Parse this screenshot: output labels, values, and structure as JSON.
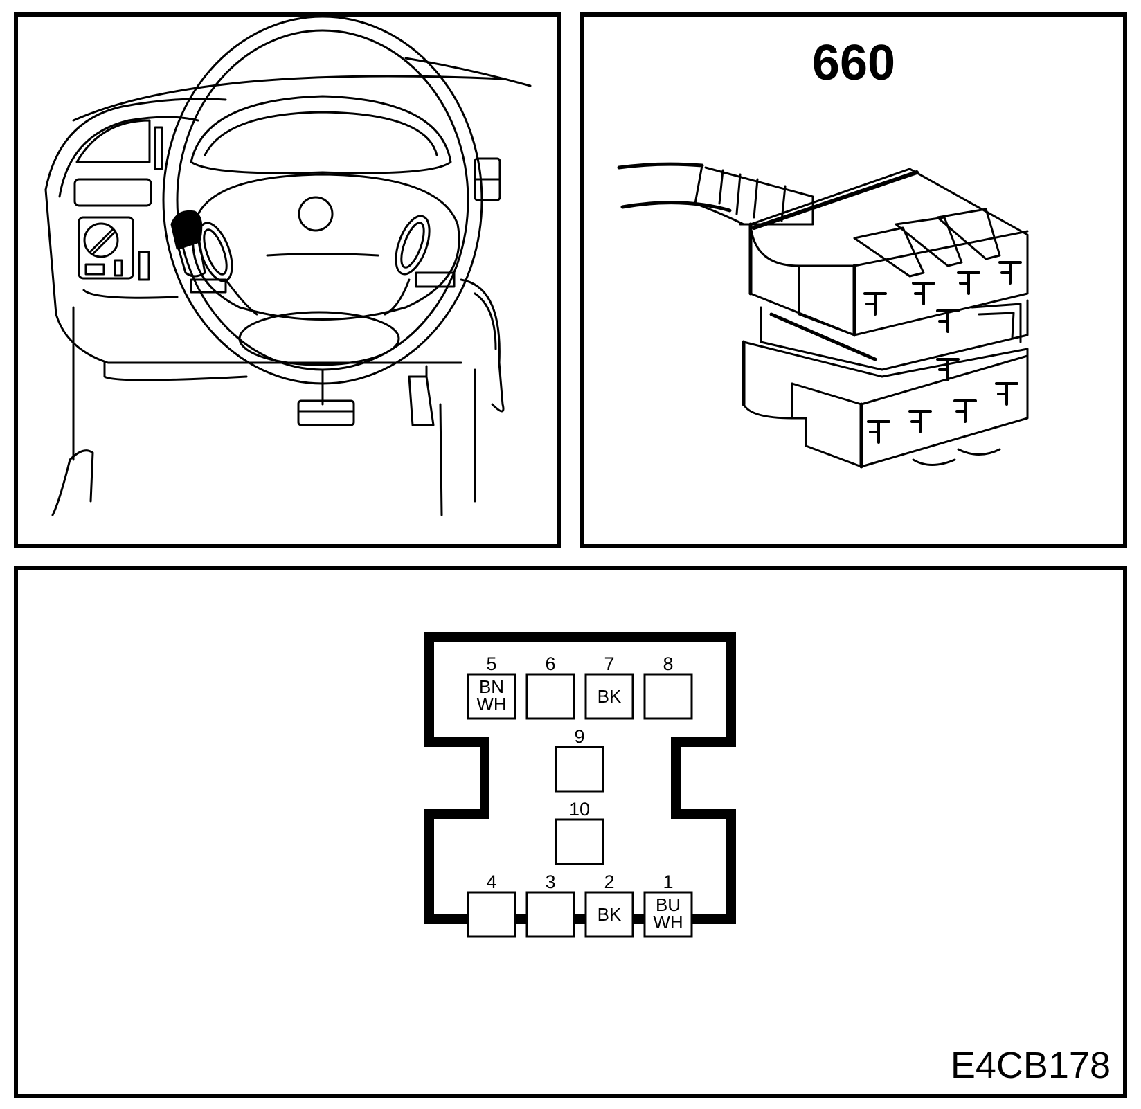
{
  "connector": {
    "title": "660"
  },
  "document": {
    "code": "E4CB178"
  },
  "pins": [
    {
      "num": "5",
      "colors": [
        "BN",
        "WH"
      ]
    },
    {
      "num": "6",
      "colors": []
    },
    {
      "num": "7",
      "colors": [
        "BK"
      ]
    },
    {
      "num": "8",
      "colors": []
    },
    {
      "num": "9",
      "colors": []
    },
    {
      "num": "10",
      "colors": []
    },
    {
      "num": "4",
      "colors": []
    },
    {
      "num": "3",
      "colors": []
    },
    {
      "num": "2",
      "colors": [
        "BK"
      ]
    },
    {
      "num": "1",
      "colors": [
        "BU",
        "WH"
      ]
    }
  ]
}
